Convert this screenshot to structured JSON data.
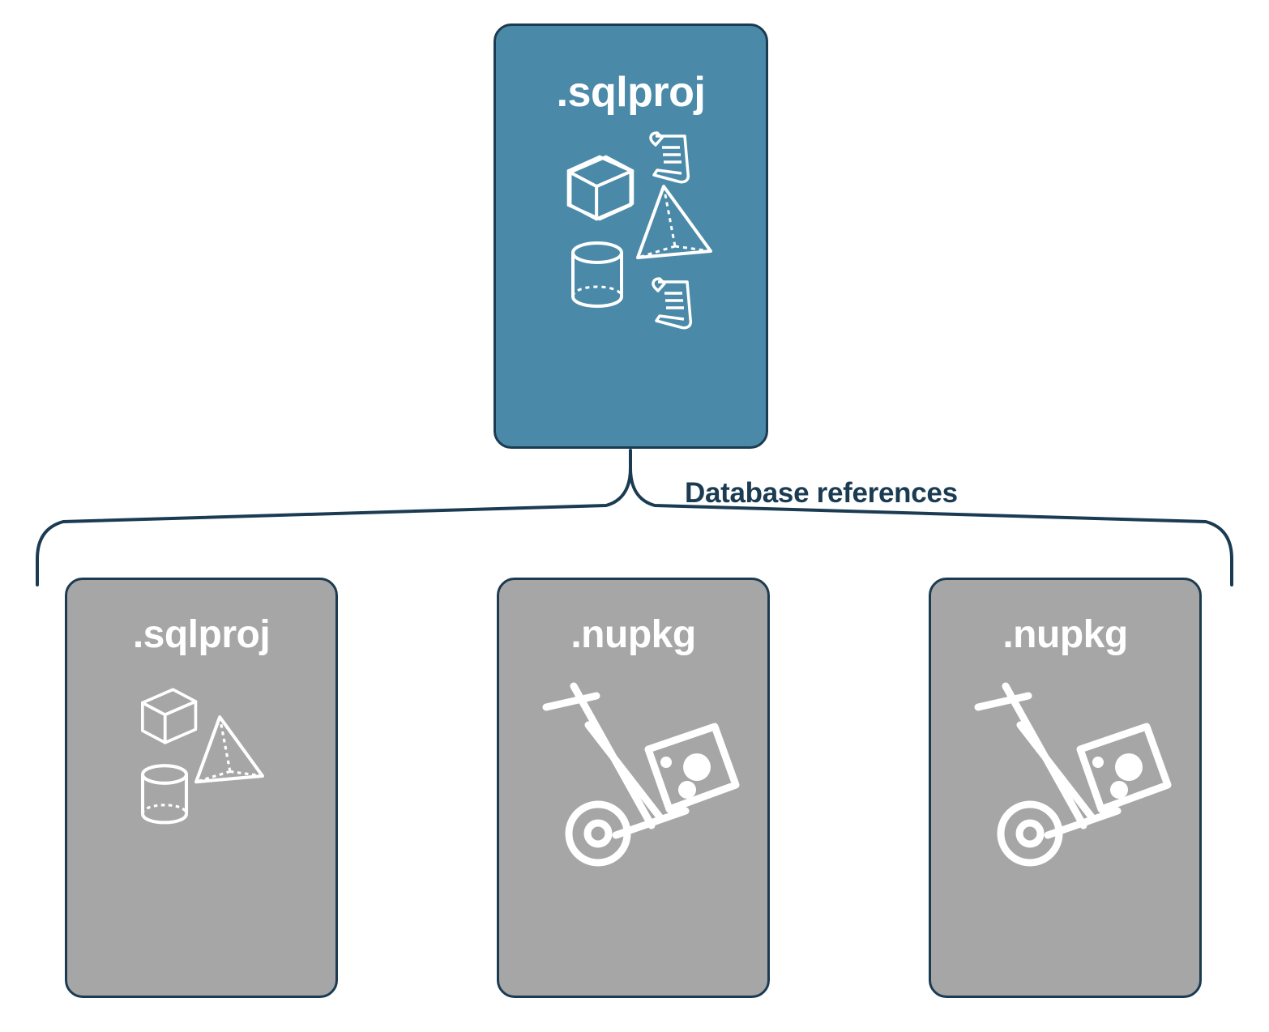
{
  "diagram": {
    "title_node": {
      "label": ".sqlproj",
      "fill": "#4a8aa8",
      "stroke": "#1b3b52",
      "icons": [
        "cube-icon",
        "scroll-icon",
        "pyramid-icon",
        "cylinder-icon",
        "scroll-icon"
      ]
    },
    "edge": {
      "label": "Database references",
      "color": "#1b3b52"
    },
    "children": [
      {
        "label": ".sqlproj",
        "fill": "#a6a6a6",
        "stroke": "#1b3b52",
        "icons": [
          "cube-icon",
          "pyramid-icon",
          "cylinder-icon"
        ]
      },
      {
        "label": ".nupkg",
        "fill": "#a6a6a6",
        "stroke": "#1b3b52",
        "icons": [
          "hand-truck-package-icon"
        ]
      },
      {
        "label": ".nupkg",
        "fill": "#a6a6a6",
        "stroke": "#1b3b52",
        "icons": [
          "hand-truck-package-icon"
        ]
      }
    ]
  }
}
